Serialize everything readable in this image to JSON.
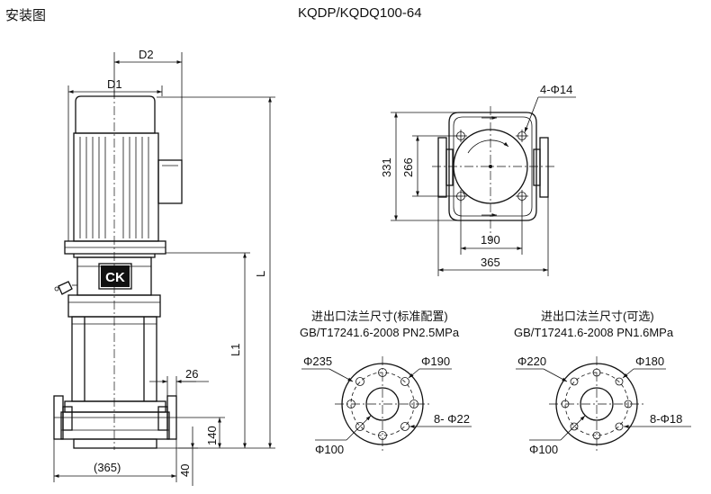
{
  "header": {
    "section_title": "安装图",
    "model": "KQDP/KQDQ100-64"
  },
  "side_view": {
    "d1": "D1",
    "d2": "D2",
    "l": "L",
    "l1": "L1",
    "h140": "140",
    "h40": "40",
    "w26": "26",
    "w365": "(365)"
  },
  "top_view": {
    "bolt": "4-Φ14",
    "h331": "331",
    "h266": "266",
    "w190": "190",
    "w365": "365"
  },
  "flange_standard": {
    "title": "进出口法兰尺寸(标准配置)",
    "spec": "GB/T17241.6-2008 PN2.5MPa",
    "outer": "Φ235",
    "pcd": "Φ190",
    "bore": "Φ100",
    "holes": "8- Φ22"
  },
  "flange_optional": {
    "title": "进出口法兰尺寸(可选)",
    "spec": "GB/T17241.6-2008 PN1.6MPa",
    "outer": "Φ220",
    "pcd": "Φ180",
    "bore": "Φ100",
    "holes": "8-Φ18"
  },
  "logo": {
    "mark": "CK"
  }
}
